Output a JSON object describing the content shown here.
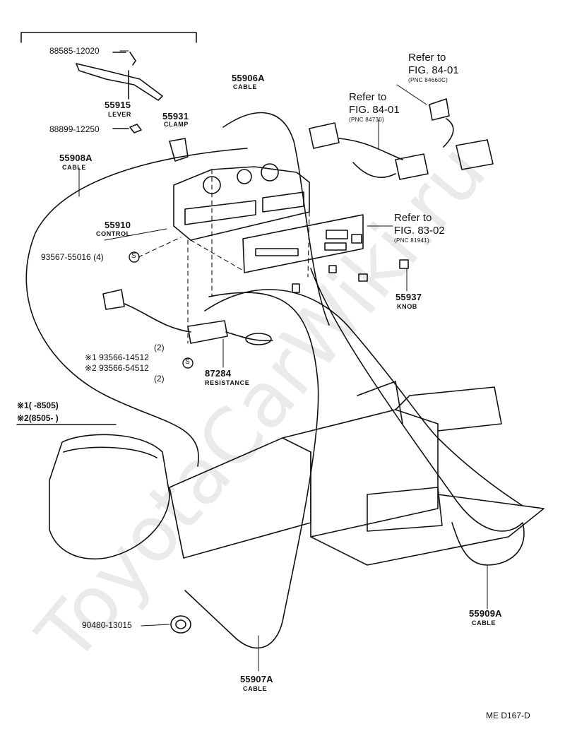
{
  "watermark": "ToyotaCarWiki.ru",
  "diagram_code": "ME  D167-D",
  "parts": {
    "p88585": "88585-12020",
    "p55915": "55915",
    "p55915_cap": "LEVER",
    "p55931": "55931",
    "p55931_cap": "CLAMP",
    "p88899": "88899-12250",
    "p55908A": "55908A",
    "p55908A_cap": "CABLE",
    "p55906A": "55906A",
    "p55906A_cap": "CABLE",
    "p55910": "55910",
    "p55910_cap": "CONTROL",
    "p93567": "93567-55016 (4)",
    "p55937": "55937",
    "p55937_cap": "KNOB",
    "p87284": "87284",
    "p87284_cap": "RESISTANCE",
    "p93566a_qty": "(2)",
    "p93566a": "※1 93566-14512",
    "p93566b": "※2 93566-54512",
    "p93566b_qty": "(2)",
    "p90480": "90480-13015",
    "p55907A": "55907A",
    "p55907A_cap": "CABLE",
    "p55909A": "55909A",
    "p55909A_cap": "CABLE",
    "screw_symbol": "S"
  },
  "refs": {
    "r1_title": "Refer to",
    "r1_fig": "FIG. 84-01",
    "r1_pnc": "(PNC 84660C)",
    "r2_title": "Refer to",
    "r2_fig": "FIG. 84-01",
    "r2_pnc": "(PNC 84730)",
    "r3_title": "Refer to",
    "r3_fig": "FIG. 83-02",
    "r3_pnc": "(PNC 81941)"
  },
  "notes": {
    "n1": "※1(      -8505)",
    "n2": "※2(8505-       )"
  }
}
